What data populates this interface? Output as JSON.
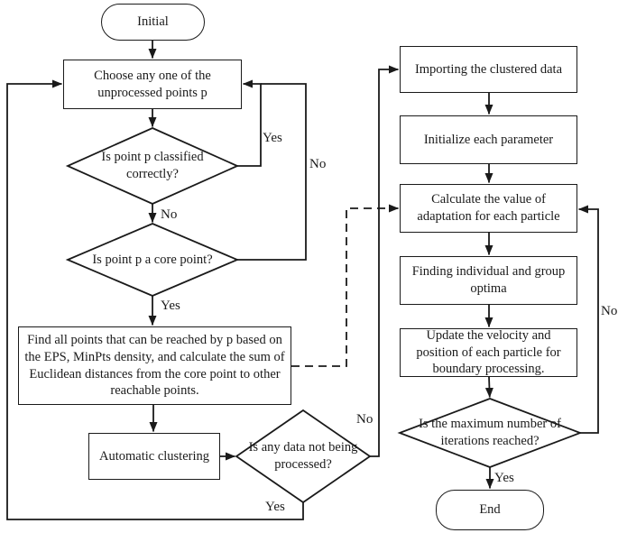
{
  "diagram": {
    "title": "DBSCAN-PSO clustering flowchart",
    "colors": {
      "stroke": "#1a1a1a",
      "background": "#ffffff"
    },
    "nodes": {
      "initial": {
        "label": "Initial",
        "type": "terminator"
      },
      "choose": {
        "label": "Choose any one of the unprocessed points p",
        "type": "process"
      },
      "classified": {
        "label": "Is point p classified correctly?",
        "type": "decision"
      },
      "core": {
        "label": "Is point p a core point?",
        "type": "decision"
      },
      "find": {
        "label": "Find all points that can be reached by p based on the EPS, MinPts density, and calculate the sum of Euclidean distances from the core point to other reachable points.",
        "type": "process"
      },
      "clustering": {
        "label": "Automatic clustering",
        "type": "process"
      },
      "unprocessed": {
        "label": "Is any data not being processed?",
        "type": "decision"
      },
      "importing": {
        "label": "Importing the clustered data",
        "type": "process"
      },
      "initialize": {
        "label": "Initialize each parameter",
        "type": "process"
      },
      "calculate": {
        "label": "Calculate the value of adaptation for each particle",
        "type": "process"
      },
      "optima": {
        "label": "Finding individual and group optima",
        "type": "process"
      },
      "update": {
        "label": "Update the velocity and position of each particle for boundary processing.",
        "type": "process"
      },
      "max_iterations": {
        "label": "Is the maximum number of iterations reached?",
        "type": "decision"
      },
      "end": {
        "label": "End",
        "type": "terminator"
      }
    },
    "edge_labels": {
      "classified_yes": "Yes",
      "classified_no": "No",
      "core_no": "No",
      "core_yes": "Yes",
      "unprocessed_yes": "Yes",
      "unprocessed_no": "No",
      "max_yes": "Yes",
      "max_no": "No"
    }
  }
}
